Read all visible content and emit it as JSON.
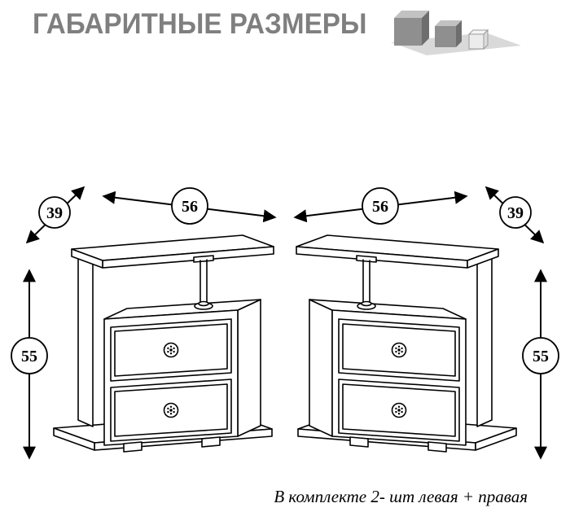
{
  "header": {
    "title": "ГАБАРИТНЫЕ РАЗМЕРЫ"
  },
  "icons": {
    "cubes": "dimension-cubes-icon"
  },
  "dimensions": {
    "width": "56",
    "depth": "39",
    "height": "55"
  },
  "footer": {
    "note": "В комплекте 2- шт левая + правая"
  }
}
